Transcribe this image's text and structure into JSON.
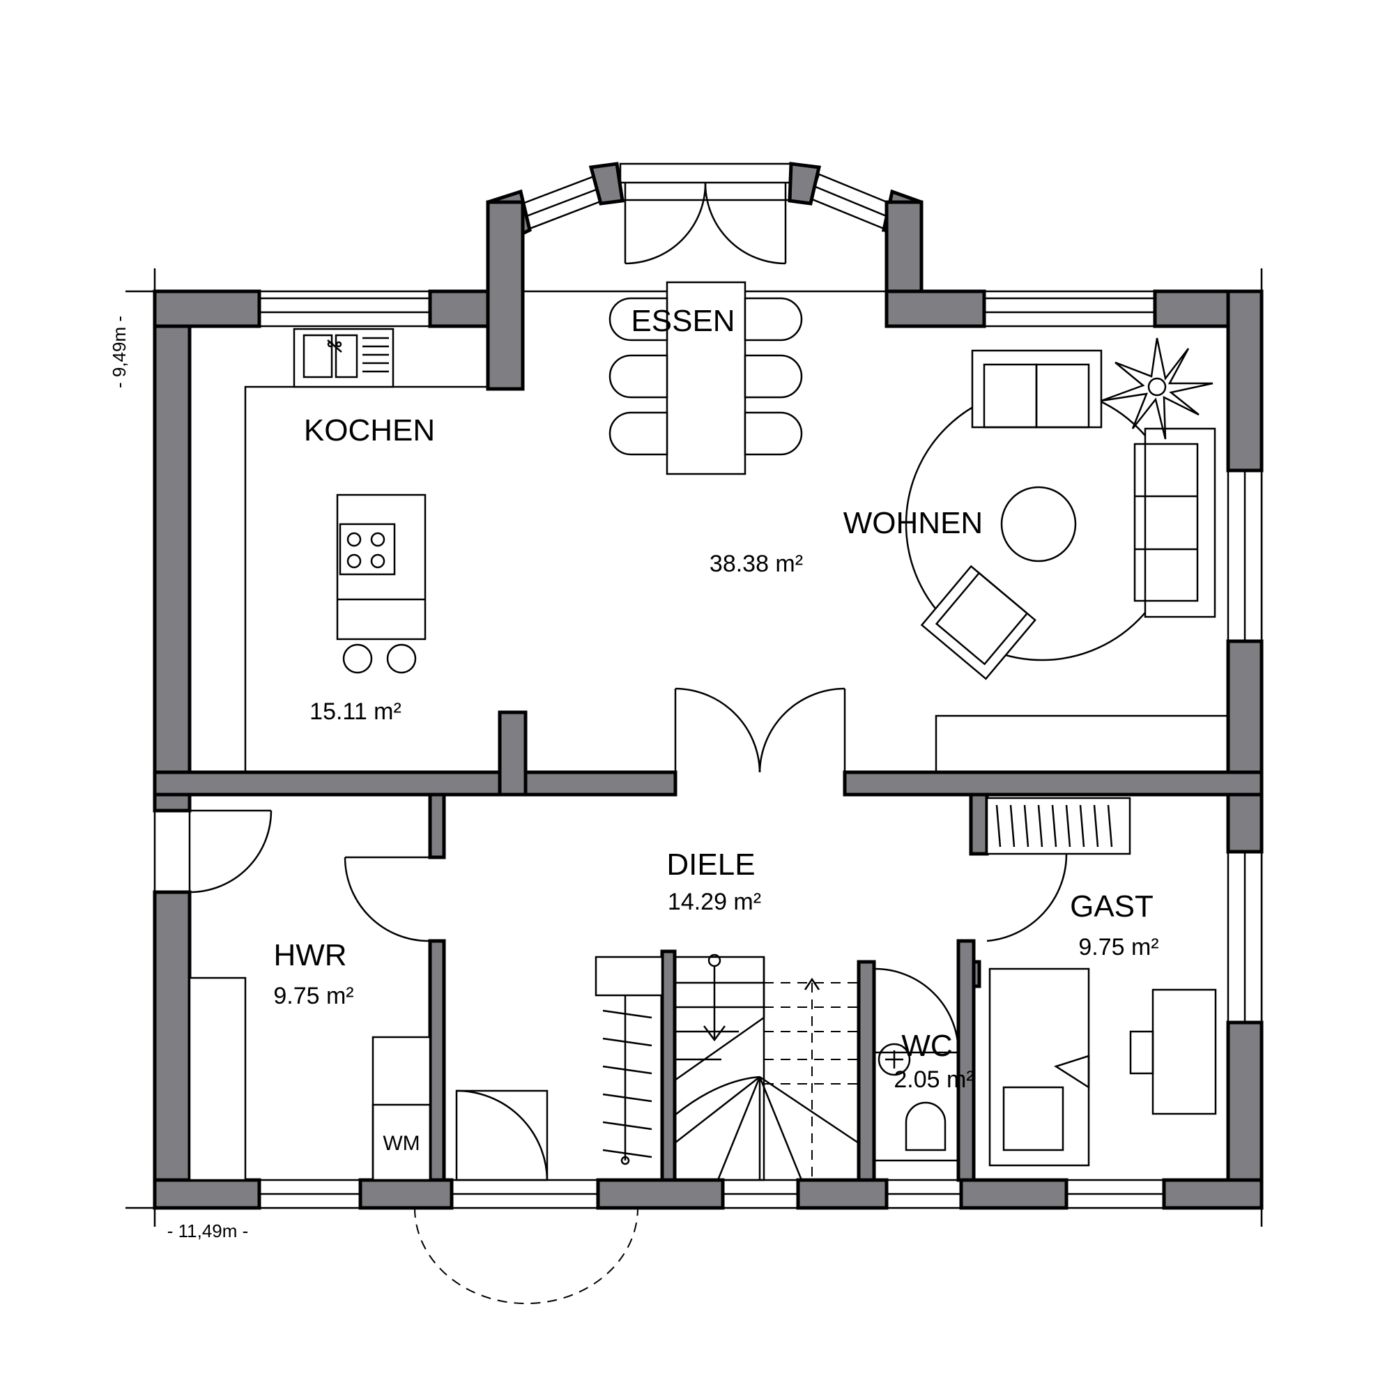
{
  "rooms": {
    "kochen": {
      "name": "KOCHEN",
      "area": "15.11 m²"
    },
    "essen": {
      "name": "ESSEN"
    },
    "wohnen": {
      "name": "WOHNEN",
      "area": "38.38 m²"
    },
    "diele": {
      "name": "DIELE",
      "area": "14.29 m²"
    },
    "hwr": {
      "name": "HWR",
      "area": "9.75 m²"
    },
    "gast": {
      "name": "GAST",
      "area": "9.75 m²"
    },
    "wc": {
      "name": "WC",
      "area": "2.05 m²"
    }
  },
  "fixtures": {
    "washing_machine": "WM"
  },
  "dimensions": {
    "height": "- 9,49m -",
    "width": "- 11,49m -"
  },
  "colors": {
    "wall": "#7f7f83",
    "line": "#000000",
    "background": "#ffffff"
  }
}
